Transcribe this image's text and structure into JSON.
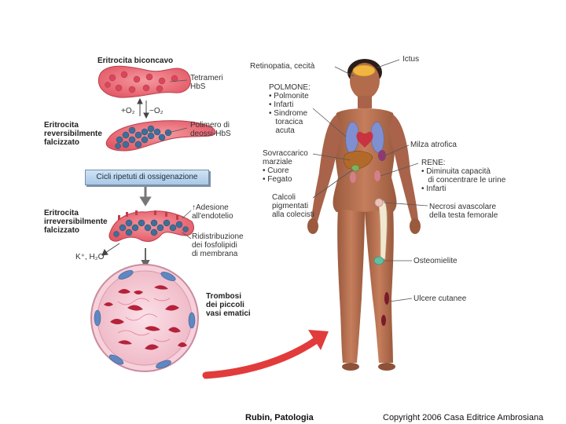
{
  "left": {
    "biconcave_title": "Eritrocita biconcavo",
    "tetrameri": "Tetrameri\nHbS",
    "plus_o2": "+O₂",
    "minus_o2": "−O₂",
    "reversible_title": "Eritrocita\nreversibilmente\nfalcizzato",
    "polimero": "Polimero di\ndeossi-HbS",
    "cicli": "Cicli ripetuti di ossigenazione",
    "irreversible_title": "Eritrocita\nirreversibilmente\nfalcizzato",
    "adesione": "↑Adesione\nall'endotelio",
    "ridistribuzione": "Ridistribuzione\ndei fosfolipidi\ndi membrana",
    "potassio": "K⁺, H₂O",
    "trombosi": "Trombosi\ndei piccoli\nvasi ematici"
  },
  "right": {
    "retinopatia": "Retinopatia, cecità",
    "ictus": "Ictus",
    "polmone": "POLMONE:\n• Polmonite\n• Infarti\n• Sindrome\n   toracica\n   acuta",
    "sovraccarico": "Sovraccarico\nmarziale\n• Cuore\n• Fegato",
    "calcoli": "Calcoli\npigmentati\nalla colecisti",
    "milza": "Milza atrofica",
    "rene": "RENE:\n• Diminuita capacità\n   di concentrare le urine\n• Infarti",
    "necrosi": "Necrosi avascolare\ndella testa femorale",
    "osteomielite": "Osteomielite",
    "ulcere": "Ulcere cutanee"
  },
  "footer": {
    "book": "Rubin, Patologia",
    "copyright": "Copyright 2006 Casa Editrice Ambrosiana"
  },
  "colors": {
    "cell": "#e8606a",
    "cell_dark": "#c43d4c",
    "polymer": "#3e6f98",
    "skin": "#b9704f",
    "vessel_wall": "#f3c7d2",
    "arrow": "#e23b3b"
  }
}
